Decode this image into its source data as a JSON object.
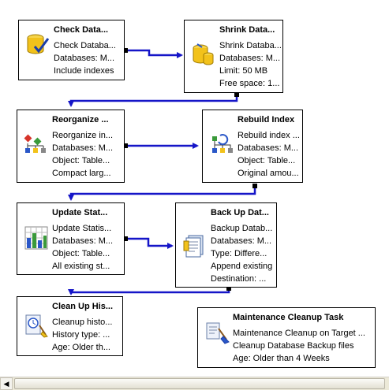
{
  "tasks": {
    "check": {
      "title": "Check Data...",
      "lines": [
        "Check Databa...",
        "Databases: M...",
        "Include indexes"
      ]
    },
    "shrink": {
      "title": "Shrink Data...",
      "lines": [
        "Shrink Databa...",
        "Databases: M...",
        "Limit: 50 MB",
        "Free space: 1..."
      ]
    },
    "reorganize": {
      "title": "Reorganize ...",
      "lines": [
        "Reorganize in...",
        "Databases: M...",
        "Object: Table...",
        "Compact larg..."
      ]
    },
    "rebuild": {
      "title": "Rebuild Index",
      "lines": [
        "Rebuild index ...",
        "Databases: M...",
        "Object: Table...",
        "Original amou..."
      ]
    },
    "update": {
      "title": "Update Stat...",
      "lines": [
        "Update Statis...",
        "Databases: M...",
        "Object: Table...",
        "All existing st..."
      ]
    },
    "backup": {
      "title": "Back Up Dat...",
      "lines": [
        "Backup Datab...",
        "Databases: M...",
        "Type: Differe...",
        "Append existing",
        "Destination: ..."
      ]
    },
    "cleanup": {
      "title": "Clean Up His...",
      "lines": [
        "Cleanup histo...",
        "History type: ...",
        "Age: Older th..."
      ]
    },
    "maintenance": {
      "title": "Maintenance Cleanup Task",
      "lines": [
        "Maintenance Cleanup on Target ...",
        "Cleanup Database Backup files",
        "Age: Older than 4 Weeks"
      ]
    }
  },
  "colors": {
    "connector": "#1515c8",
    "border": "#000000"
  },
  "icons": {
    "check": "database-check-icon",
    "shrink": "database-shrink-icon",
    "reorganize": "reorganize-index-icon",
    "rebuild": "rebuild-index-icon",
    "update": "update-statistics-icon",
    "backup": "backup-database-icon",
    "cleanup": "cleanup-history-icon",
    "maintenance": "maintenance-cleanup-icon"
  }
}
